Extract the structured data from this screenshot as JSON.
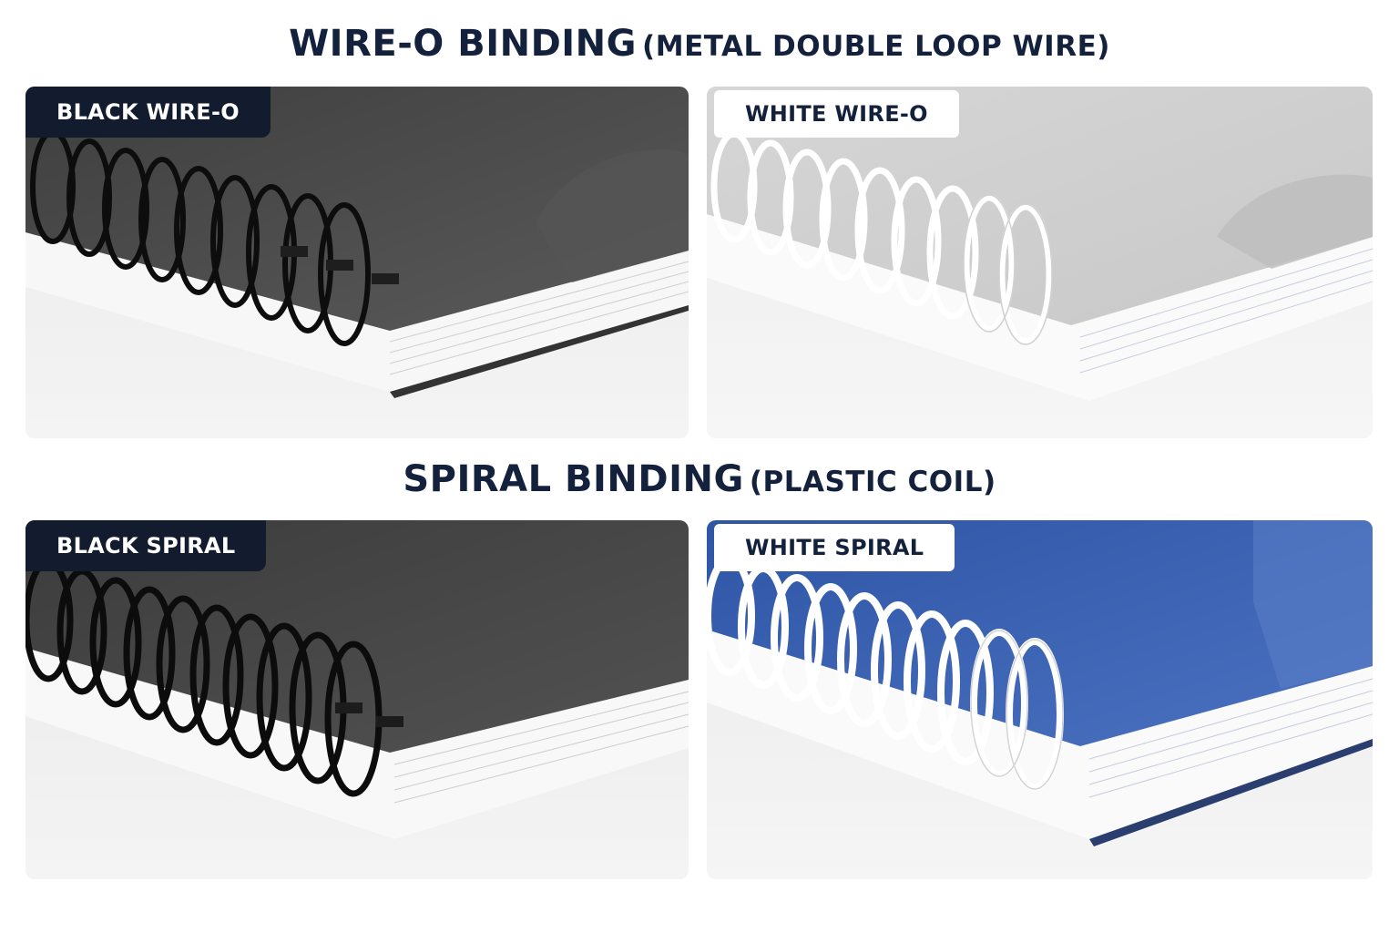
{
  "sections": [
    {
      "title_main": "WIRE-O BINDING",
      "title_sub": "(METAL DOUBLE LOOP WIRE)"
    },
    {
      "title_main": "SPIRAL BINDING",
      "title_sub": "(PLASTIC COIL)"
    }
  ],
  "panels": [
    {
      "label": "BLACK WIRE-O",
      "cover_color": "#4a4a4a",
      "binding_color": "#111111",
      "style": "wire-o"
    },
    {
      "label": "WHITE WIRE-O",
      "cover_color": "#cfcfcf",
      "binding_color": "#ffffff",
      "style": "wire-o"
    },
    {
      "label": "BLACK SPIRAL",
      "cover_color": "#444444",
      "binding_color": "#111111",
      "style": "spiral"
    },
    {
      "label": "WHITE SPIRAL",
      "cover_color": "#3d63b0",
      "binding_color": "#ffffff",
      "style": "spiral"
    }
  ]
}
